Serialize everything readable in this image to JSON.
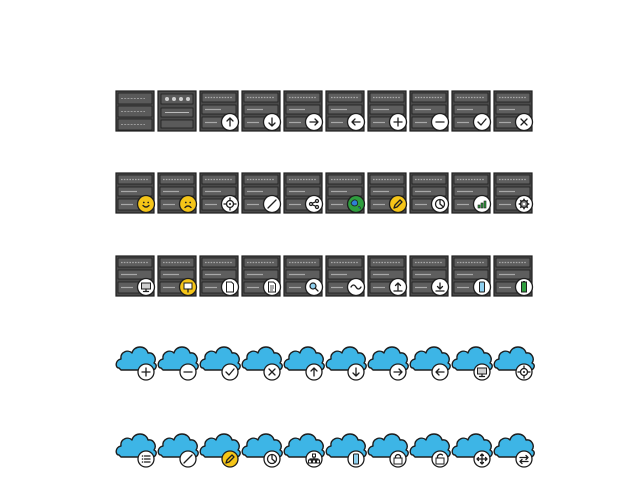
{
  "palette": {
    "server": "#4a4a4a",
    "server_dark": "#2b2b2b",
    "outline": "#1e1e1e",
    "badge_fill": "#ffffff",
    "yellow": "#f5c518",
    "green": "#2e9e3e",
    "blue": "#2f7fd6",
    "cloud": "#3db5e6"
  },
  "rows": [
    {
      "kind": "server",
      "icons": [
        "server-rack-1u-icon",
        "server-rack-2u-icon",
        "server-arrow-up-icon",
        "server-arrow-down-icon",
        "server-arrow-right-icon",
        "server-arrow-left-icon",
        "server-add-icon",
        "server-remove-icon",
        "server-check-icon",
        "server-delete-icon"
      ]
    },
    {
      "kind": "server",
      "icons": [
        "server-happy-icon",
        "server-sad-icon",
        "server-target-icon",
        "server-blocked-icon",
        "server-share-icon",
        "server-globe-icon",
        "server-edit-icon",
        "server-pie-chart-icon",
        "server-signal-icon",
        "server-settings-icon"
      ]
    },
    {
      "kind": "server",
      "icons": [
        "server-monitor-icon",
        "server-shield-icon",
        "server-file-icon",
        "server-document-icon",
        "server-search-icon",
        "server-wave-icon",
        "server-upload-icon",
        "server-download-icon",
        "server-mobile-icon",
        "server-battery-icon"
      ]
    },
    {
      "kind": "cloud",
      "icons": [
        "cloud-add-icon",
        "cloud-remove-icon",
        "cloud-check-icon",
        "cloud-delete-icon",
        "cloud-upload-icon",
        "cloud-download-icon",
        "cloud-forward-icon",
        "cloud-back-icon",
        "cloud-monitor-icon",
        "cloud-target-icon"
      ]
    },
    {
      "kind": "cloud",
      "icons": [
        "cloud-list-icon",
        "cloud-blocked-icon",
        "cloud-edit-icon",
        "cloud-pie-chart-icon",
        "cloud-network-icon",
        "cloud-mobile-icon",
        "cloud-locked-icon",
        "cloud-unlocked-icon",
        "cloud-move-icon",
        "cloud-sync-icon"
      ]
    }
  ]
}
